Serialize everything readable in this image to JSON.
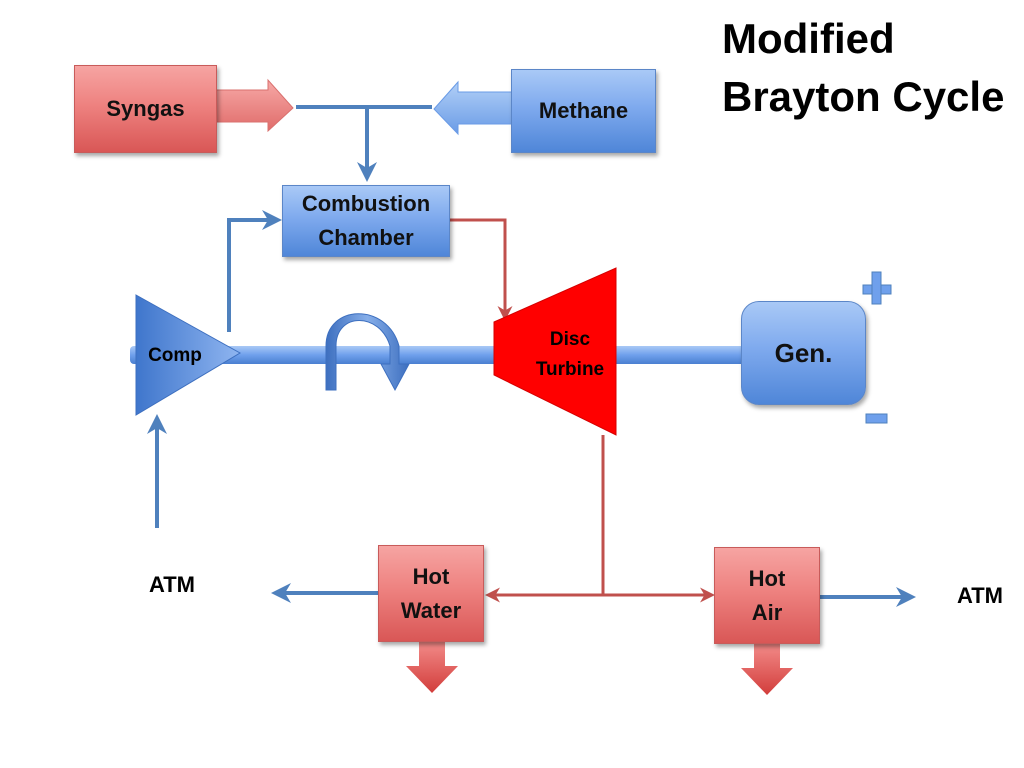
{
  "title": {
    "line1": "Modified",
    "line2": "Brayton Cycle"
  },
  "nodes": {
    "syngas": "Syngas",
    "methane": "Methane",
    "combustion_chamber": {
      "line1": "Combustion",
      "line2": "Chamber"
    },
    "compressor": "Comp",
    "disc_turbine": {
      "line1": "Disc",
      "line2": "Turbine"
    },
    "generator": "Gen.",
    "hot_water": {
      "line1": "Hot",
      "line2": "Water"
    },
    "hot_air": {
      "line1": "Hot",
      "line2": "Air"
    },
    "atm_left": "ATM",
    "atm_right": "ATM"
  },
  "colors": {
    "blue_flow": "#4f81bd",
    "red_flow": "#c0504d",
    "turbine_red": "#ff0000",
    "generator_blue": "#6fa0ec"
  },
  "icons": {
    "generator_positive": "plus-icon",
    "generator_negative": "minus-icon",
    "rotation": "rotation-arrow-icon"
  }
}
